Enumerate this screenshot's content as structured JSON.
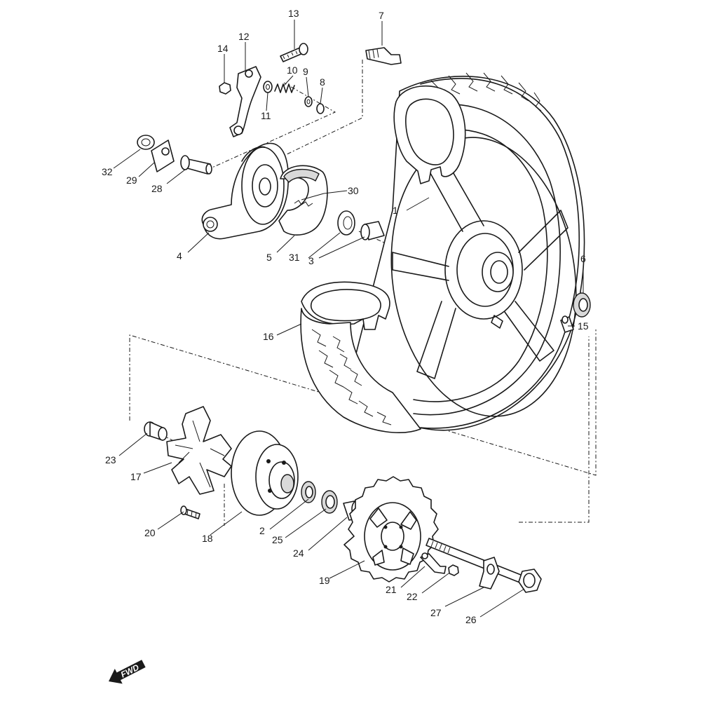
{
  "diagram": {
    "parts": [
      {
        "id": "p1",
        "label": "1"
      },
      {
        "id": "p2",
        "label": "2"
      },
      {
        "id": "p3",
        "label": "3"
      },
      {
        "id": "p4",
        "label": "4"
      },
      {
        "id": "p5",
        "label": "5"
      },
      {
        "id": "p6",
        "label": "6"
      },
      {
        "id": "p7",
        "label": "7"
      },
      {
        "id": "p8",
        "label": "8"
      },
      {
        "id": "p9",
        "label": "9"
      },
      {
        "id": "p10",
        "label": "10"
      },
      {
        "id": "p11",
        "label": "11"
      },
      {
        "id": "p12",
        "label": "12"
      },
      {
        "id": "p13",
        "label": "13"
      },
      {
        "id": "p14",
        "label": "14"
      },
      {
        "id": "p15",
        "label": "15"
      },
      {
        "id": "p16",
        "label": "16"
      },
      {
        "id": "p17",
        "label": "17"
      },
      {
        "id": "p18",
        "label": "18"
      },
      {
        "id": "p19",
        "label": "19"
      },
      {
        "id": "p20",
        "label": "20"
      },
      {
        "id": "p21",
        "label": "21"
      },
      {
        "id": "p22",
        "label": "22"
      },
      {
        "id": "p23",
        "label": "23"
      },
      {
        "id": "p24",
        "label": "24"
      },
      {
        "id": "p25",
        "label": "25"
      },
      {
        "id": "p26",
        "label": "26"
      },
      {
        "id": "p27",
        "label": "27"
      },
      {
        "id": "p28",
        "label": "28"
      },
      {
        "id": "p29",
        "label": "29"
      },
      {
        "id": "p30",
        "label": "30"
      },
      {
        "id": "p31",
        "label": "31"
      },
      {
        "id": "p32",
        "label": "32"
      }
    ],
    "direction_indicator": {
      "label": "FWD"
    }
  }
}
